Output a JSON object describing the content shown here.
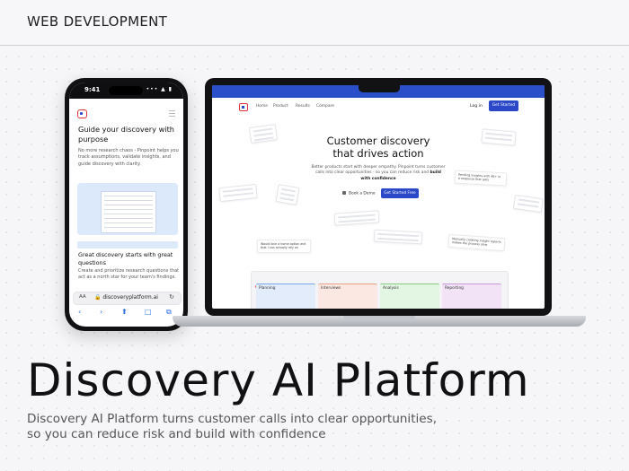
{
  "header": {
    "category": "WEB DEVELOPMENT"
  },
  "phone": {
    "time": "9:41",
    "signal": "••• ▲ ▮",
    "heading": "Guide your discovery with purpose",
    "intro": "No more research chaos - Pinpoint helps you track assumptions, validate insights, and guide discovery with clarity.",
    "section_title": "Great discovery starts with great questions",
    "section_text": "Create and prioritize research questions that act as a north star for your team's findings.",
    "url_prefix": "AA",
    "url": "🔒 discoveryplatform.ai",
    "reload_icon": "↻",
    "nav_icons": [
      "‹",
      "›",
      "⬆",
      "□",
      "⧉"
    ]
  },
  "site": {
    "nav": [
      "Home",
      "Product",
      "Results",
      "Compare"
    ],
    "login": "Log in",
    "cta": "Get Started",
    "hero_line1": "Customer discovery",
    "hero_line2": "that drives action",
    "subtitle_start": "Better products start with deeper empathy. Pinpoint turns customer calls into clear opportunities - so you can reduce risk and ",
    "subtitle_bold": "build with confidence",
    "demo": "Book a Demo",
    "start_free": "Get Started Free",
    "notes": [
      "Would love a home option and that I can actually rely on",
      "Pending insights with 48+ in a response that sells",
      "Manually creating insight reports makes the process slow"
    ],
    "columns": [
      "Planning",
      "Interviews",
      "Analysis",
      "Reporting"
    ]
  },
  "title": "Discovery AI Platform",
  "description": "Discovery AI Platform turns customer calls into clear opportunities, so you can reduce risk and build with confidence",
  "colors": {
    "brand_blue": "#2a48c7",
    "accent_red": "#e0323c",
    "text_dark": "#111114"
  }
}
